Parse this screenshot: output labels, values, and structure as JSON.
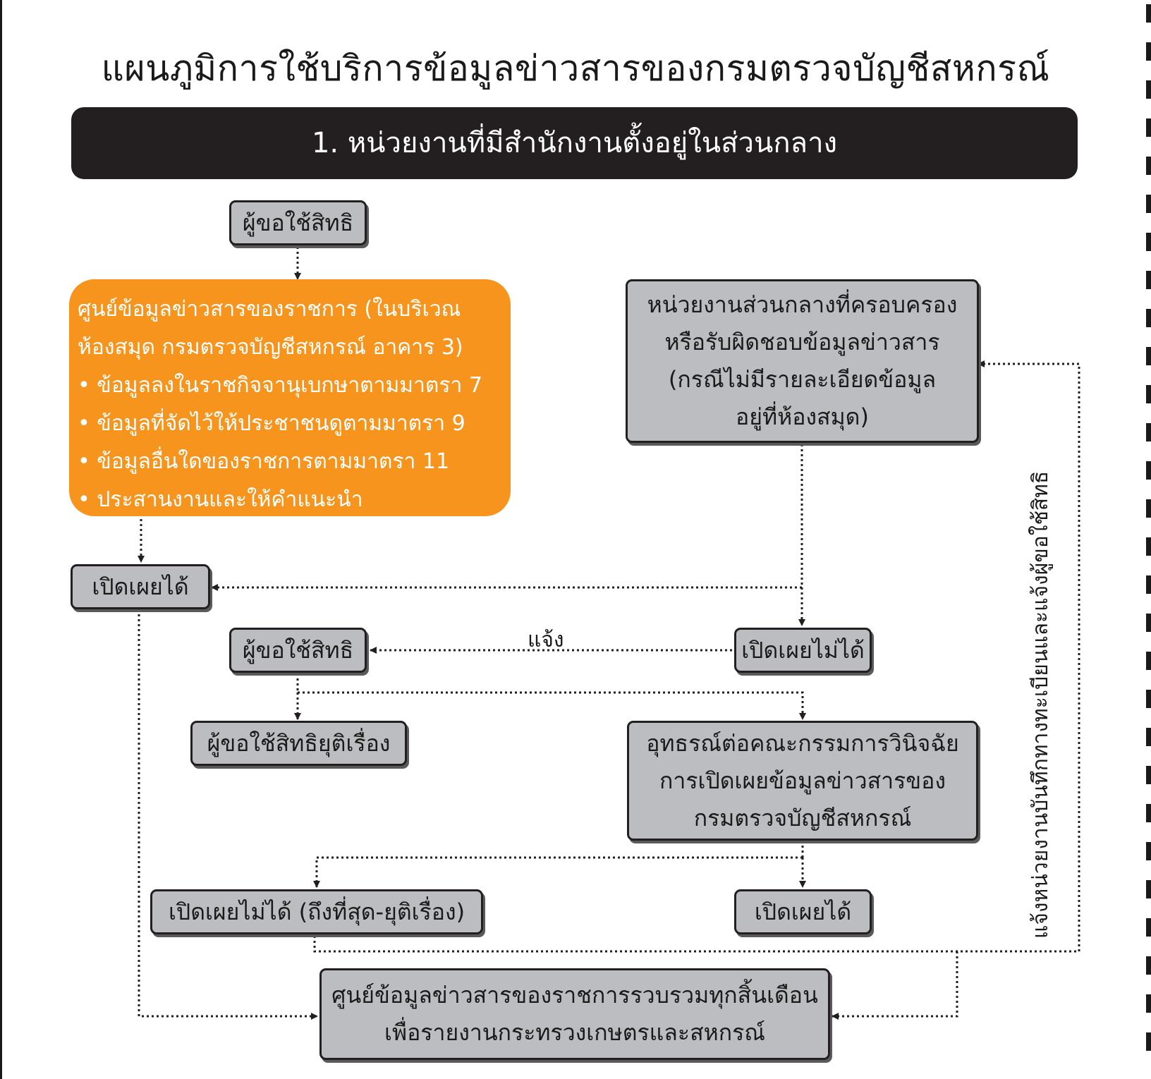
{
  "title": "แผนภูมิการใช้บริการข้อมูลข่าวสารของกรมตรวจบัญชีสหกรณ์",
  "section": "1. หน่วยงานที่มีสำนักงานตั้งอยู่ในส่วนกลาง",
  "boxes": {
    "requester_top": "ผู้ขอใช้สิทธิ",
    "info_center": {
      "line1": "ศูนย์ข้อมูลข่าวสารของราชการ (ในบริเวณ",
      "line2": "ห้องสมุด กรมตรวจบัญชีสหกรณ์ อาคาร 3)",
      "items": [
        "ข้อมูลลงในราชกิจจานุเบกษาตามมาตรา 7",
        "ข้อมูลที่จัดไว้ให้ประชาชนดูตามมาตรา 9",
        "ข้อมูลอื่นใดของราชการตามมาตรา 11",
        "ประสานงานและให้คำแนะนำ"
      ]
    },
    "central_unit": [
      "หน่วยงานส่วนกลางที่ครอบครอง",
      "หรือรับผิดชอบข้อมูลข่าวสาร",
      "(กรณีไม่มีรายละเอียดข้อมูล",
      "อยู่ที่ห้องสมุด)"
    ],
    "disclose_ok_left": "เปิดเผยได้",
    "requester_mid": "ผู้ขอใช้สิทธิ",
    "not_disclose": "เปิดเผยไม่ได้",
    "requester_end": "ผู้ขอใช้สิทธิยุติเรื่อง",
    "appeal": [
      "อุทธรณ์ต่อคณะกรรมการวินิจฉัย",
      "การเปิดเผยข้อมูลข่าวสารของ",
      "กรมตรวจบัญชีสหกรณ์"
    ],
    "not_disclose_final": "เปิดเผยไม่ได้ (ถึงที่สุด-ยุติเรื่อง)",
    "disclose_ok_right": "เปิดเผยได้",
    "report": [
      "ศูนย์ข้อมูลข่าวสารของราชการรวบรวมทุกสิ้นเดือน",
      "เพื่อรายงานกระทรวงเกษตรและสหกรณ์"
    ]
  },
  "labels": {
    "notify": "แจ้ง",
    "vertical": "แจ้งหน่วยงานบันทึกทางทะเบียนและแจ้งผู้ขอใช้สิทธิ"
  }
}
